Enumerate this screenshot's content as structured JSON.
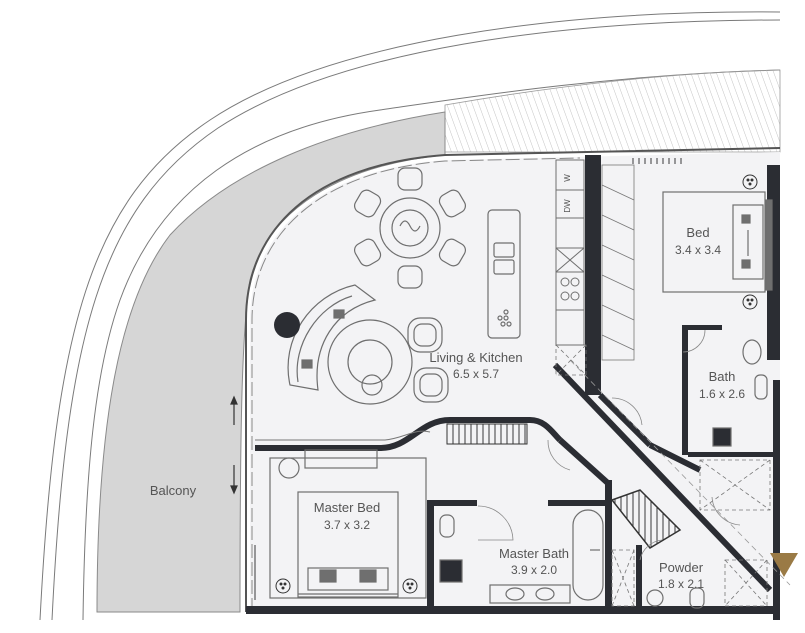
{
  "colors": {
    "wall": "#2b2d33",
    "balcony_fill": "#d4d4d4",
    "floor": "#f4f4f6",
    "furniture_stroke": "#6f6f6f",
    "hatch": "#b8b8b8",
    "accent": "#9a7a45"
  },
  "rooms": {
    "balcony": {
      "name": "Balcony"
    },
    "living": {
      "name": "Living & Kitchen",
      "dims": "6.5 x 5.7"
    },
    "bed": {
      "name": "Bed",
      "dims": "3.4 x 3.4"
    },
    "bath": {
      "name": "Bath",
      "dims": "1.6 x 2.6"
    },
    "master_bed": {
      "name": "Master Bed",
      "dims": "3.7 x 3.2"
    },
    "master_bath": {
      "name": "Master Bath",
      "dims": "3.9 x 2.0"
    },
    "powder": {
      "name": "Powder",
      "dims": "1.8 x 2.1"
    }
  },
  "appliances": {
    "washer": "W",
    "dishwasher": "DW"
  },
  "icons": [
    "north-arrow-icon",
    "fan-icon",
    "sliding-door-arrow-icon"
  ]
}
